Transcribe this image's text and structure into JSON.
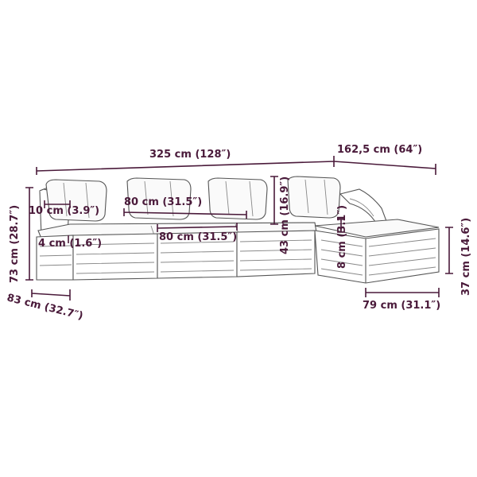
{
  "labels": {
    "total_width": "325 cm (128″)",
    "ottoman_depth": "162,5 cm (64″)",
    "armrest_width": "10 cm (3.9″)",
    "seat_width": "80 cm (31.5″)",
    "cushion_height": "43 cm (16.9″)",
    "cushion_thickness": "8 cm (3.1″)",
    "base_width": "80 cm (31.5″)",
    "frame_thickness": "4 cm (1.6″)",
    "total_height": "73 cm (28.7″)",
    "depth": "83 cm (32.7″)",
    "ottoman_width": "79 cm (31.1″)",
    "ottoman_height": "37 cm (14.6″)"
  },
  "colors": {
    "dimension": "#4a1a3a",
    "outline": "#555555"
  }
}
